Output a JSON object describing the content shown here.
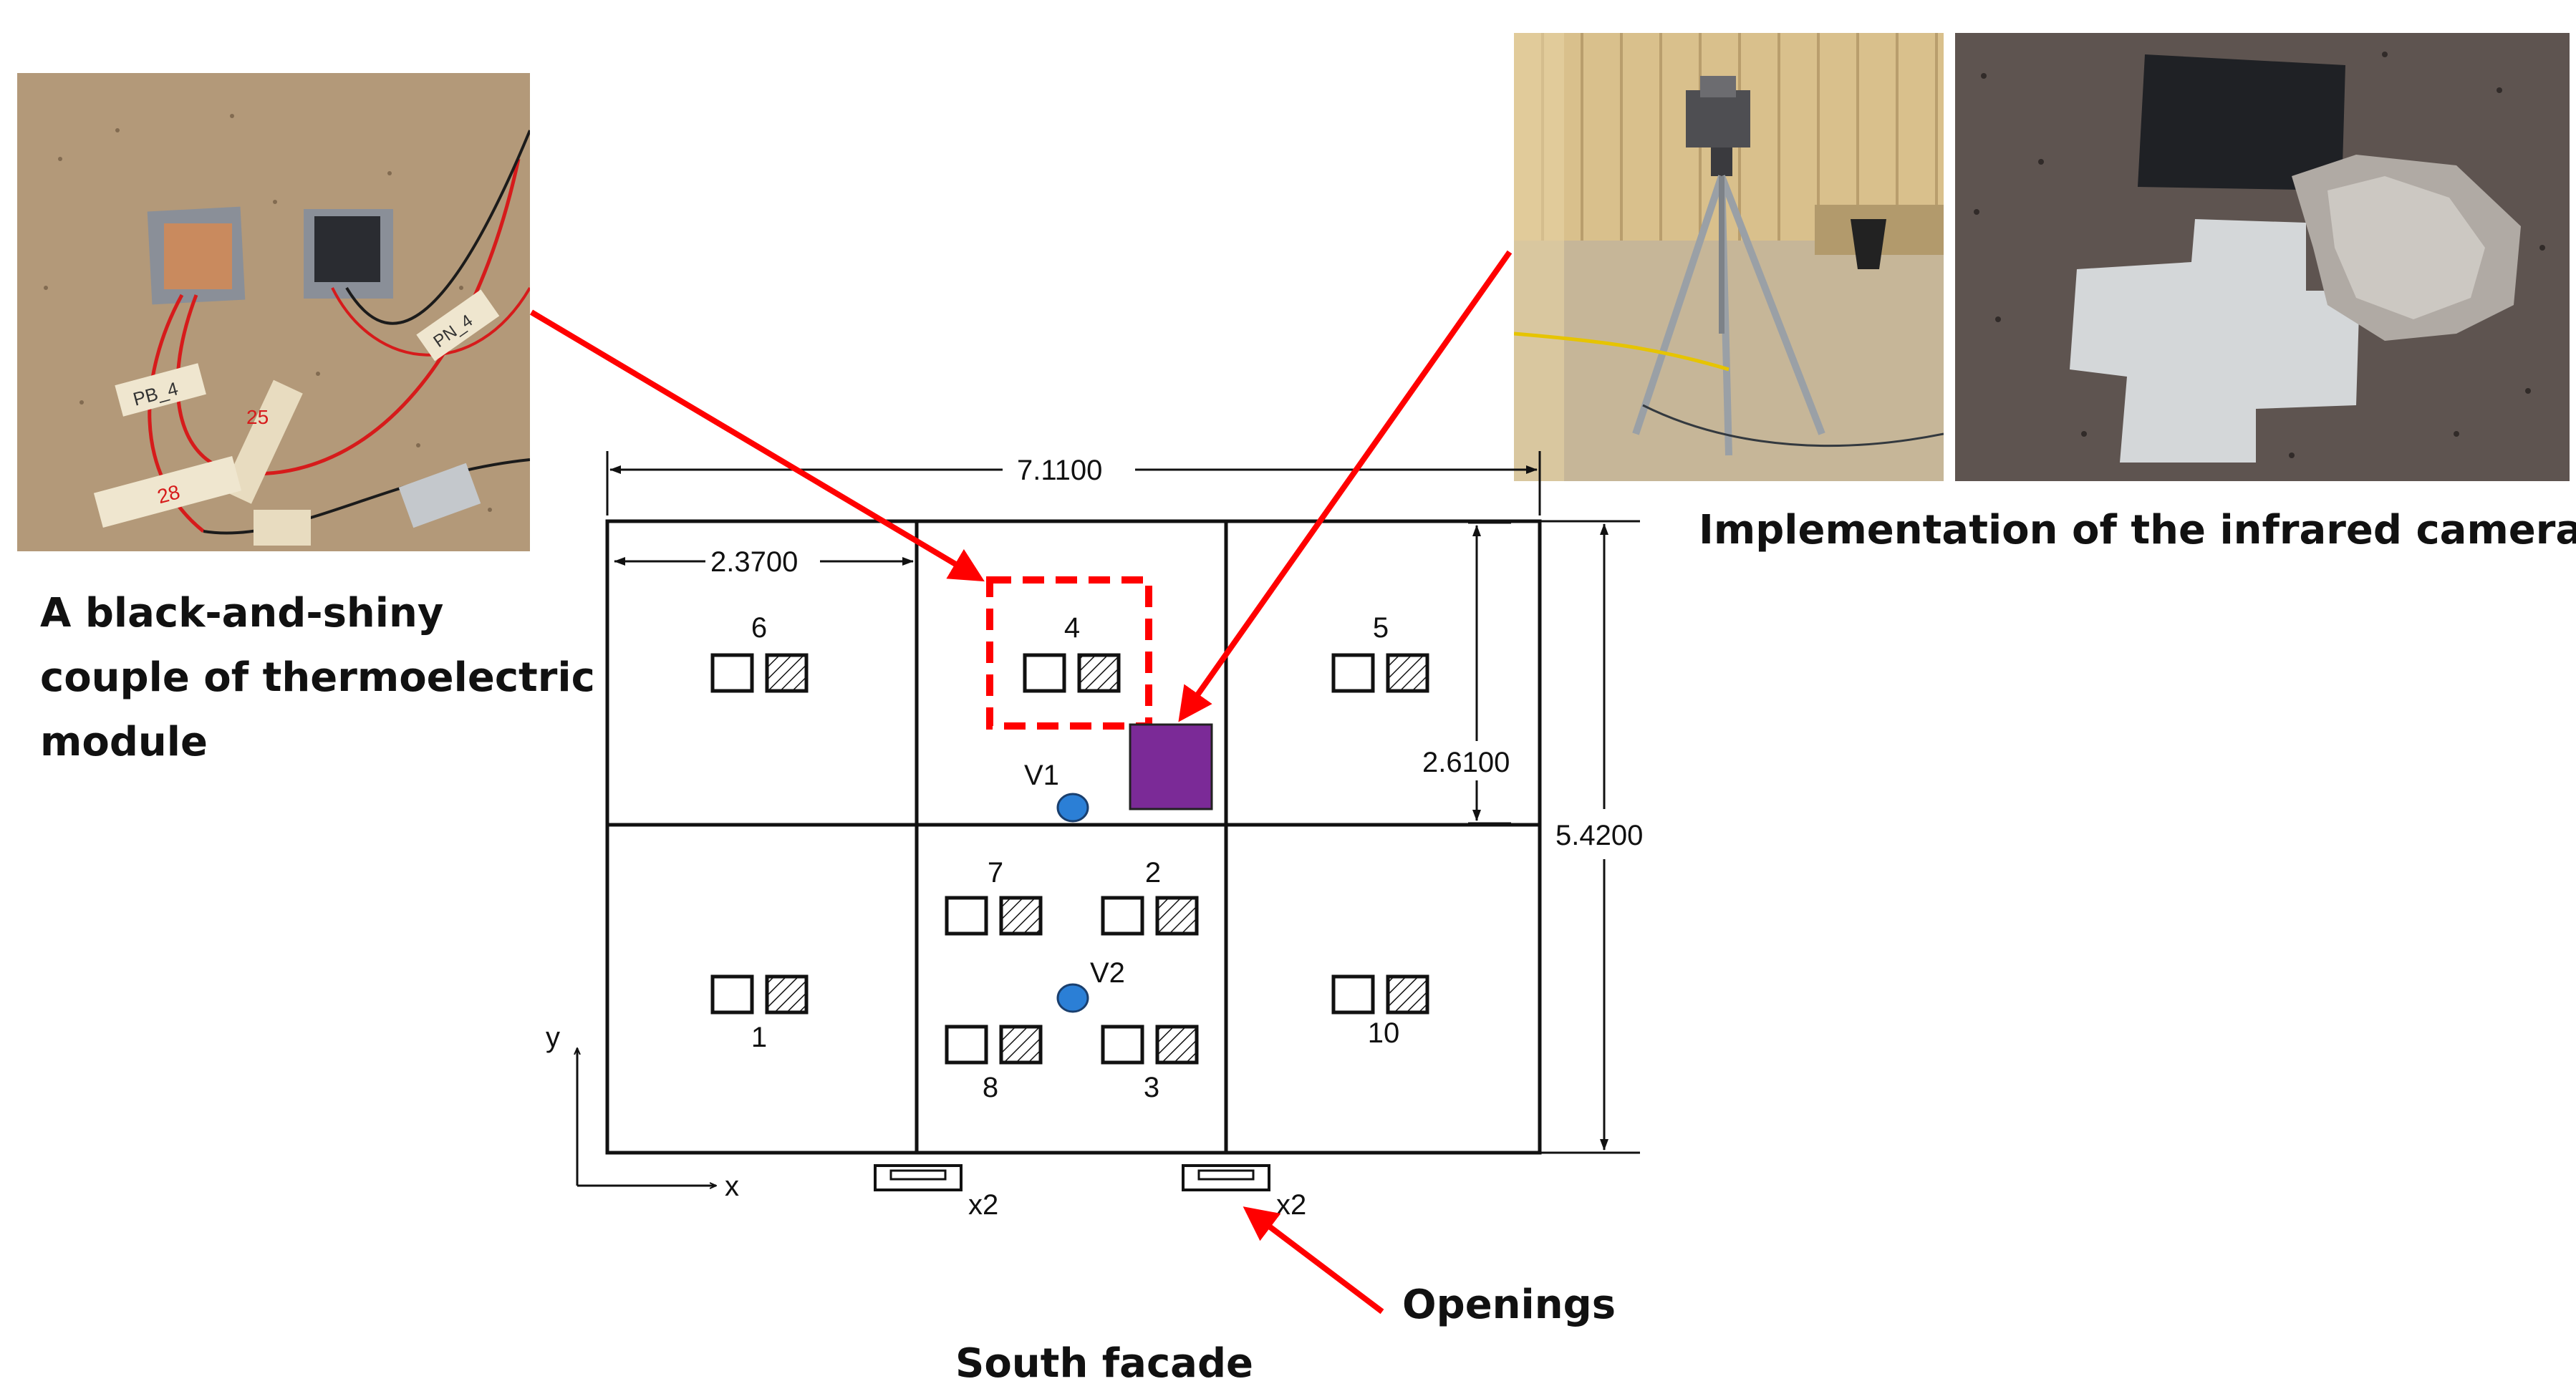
{
  "captions": {
    "thermo_line1": "A black-and-shiny",
    "thermo_line2": "couple of thermoelectric",
    "thermo_line3": "module",
    "camera": "Implementation of the infrared camera",
    "openings": "Openings",
    "south_facade": "South facade"
  },
  "dimensions": {
    "total_width": "7.1100",
    "cell_width": "2.3700",
    "cell_height": "2.6100",
    "total_height": "5.4200"
  },
  "axes": {
    "x": "x",
    "y": "y"
  },
  "sensors": {
    "s1": "1",
    "s2": "2",
    "s3": "3",
    "s4": "4",
    "s5": "5",
    "s6": "6",
    "s7": "7",
    "s8": "8",
    "s10": "10"
  },
  "vents": {
    "v1": "V1",
    "v2": "V2"
  },
  "openings_multiplier": {
    "left": "x2",
    "right": "x2"
  },
  "photo_labels": {
    "pb4": "PB_4",
    "pn4": "PN_4",
    "n25": "25",
    "n28": "28"
  },
  "colors": {
    "arrow": "#ff0000",
    "camera_block": "#7b2a97",
    "vent": "#2b7fd6",
    "dashed_box": "#ff0000"
  }
}
